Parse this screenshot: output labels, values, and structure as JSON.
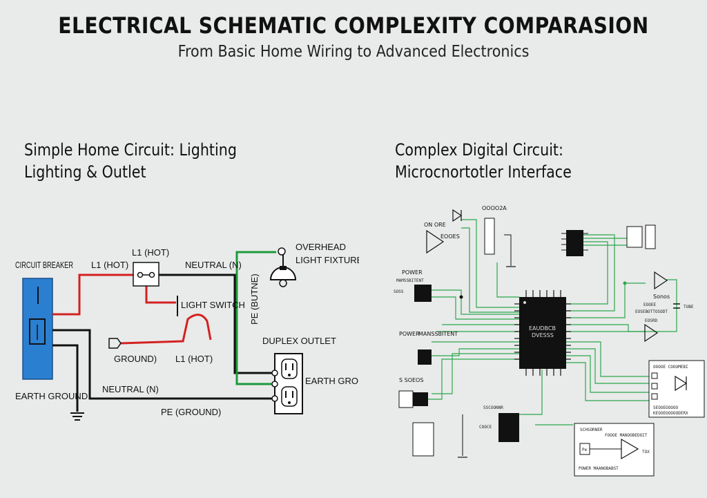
{
  "header": {
    "title": "ELECTRICAL SCHEMATIC COMPLEXITY COMPARASION",
    "subtitle": "From Basic Home Wiring to Advanced Electronics"
  },
  "left_panel": {
    "title_line1": "Simple Home Circuit: Lighting",
    "title_line2": "Lighting & Outlet",
    "labels": {
      "circuit_breaker": "CIRCUIT BREAKER",
      "l1_hot_top": "L1 (HOT)",
      "l1_hot_wire": "L1 (HOT)",
      "neutral_top": "NEUTRAL (N)",
      "overhead_line1": "OVERHEAD",
      "overhead_line2": "LIGHT FIXTURE",
      "light_switch": "LIGHT SWITCH",
      "pe_vertical": "PE (BUTNE)",
      "ground": "GROUND)",
      "l1_hot_bottom": "L1 (HOT)",
      "duplex_outlet": "DUPLEX OUTLET",
      "earth_ground_right": "EARTH GROUND",
      "earth_ground_left": "EARTH GROUND",
      "neutral_bottom": "NEUTRAL (N)",
      "pe_ground": "PE (GROUND)"
    },
    "colors": {
      "hot": "#d42020",
      "neutral": "#111111",
      "ground": "#1a9a3a",
      "breaker": "#2a7fd0"
    }
  },
  "right_panel": {
    "title_line1": "Complex Digital Circuit:",
    "title_line2": "Microcnortotler Interface",
    "labels": {
      "on_ore": "ON ORE",
      "eooes": "EOOES",
      "oooo2a": "OOOO2A",
      "power_top": "POWER",
      "power_top2": "MAMSSBITENT",
      "sos_s": "SOSS",
      "power_mgmt": "POWER",
      "power_mgmt2": "MANSSBITENT",
      "s_soeos": "S SOEOS",
      "mcu_line1": "EAUDBCB",
      "mcu_line2": "DVESSS",
      "sonos": "Sonos",
      "eooee": "EOOEE",
      "eosrd": "EOSRD",
      "eosddoint": "EOSEBOTTOSODT",
      "tube": "TUBE",
      "conn_title": "OOOOE COOUMEBI",
      "conn_b1": "SEOOEOOOOO",
      "conn_b2": "KEOOEOOOOODERX",
      "sscoonnr": "SSCOONNR",
      "cooce": "COOCE",
      "box_title": "SCHSORNER",
      "box_subtitle": "FOOOE MANOOBEDOIT",
      "box_pe": "Pe",
      "box_tox": "TOX",
      "box_bottom": "POWER MAANOBABST"
    },
    "colors": {
      "trace": "#2aa84a",
      "chip": "#111111"
    }
  }
}
